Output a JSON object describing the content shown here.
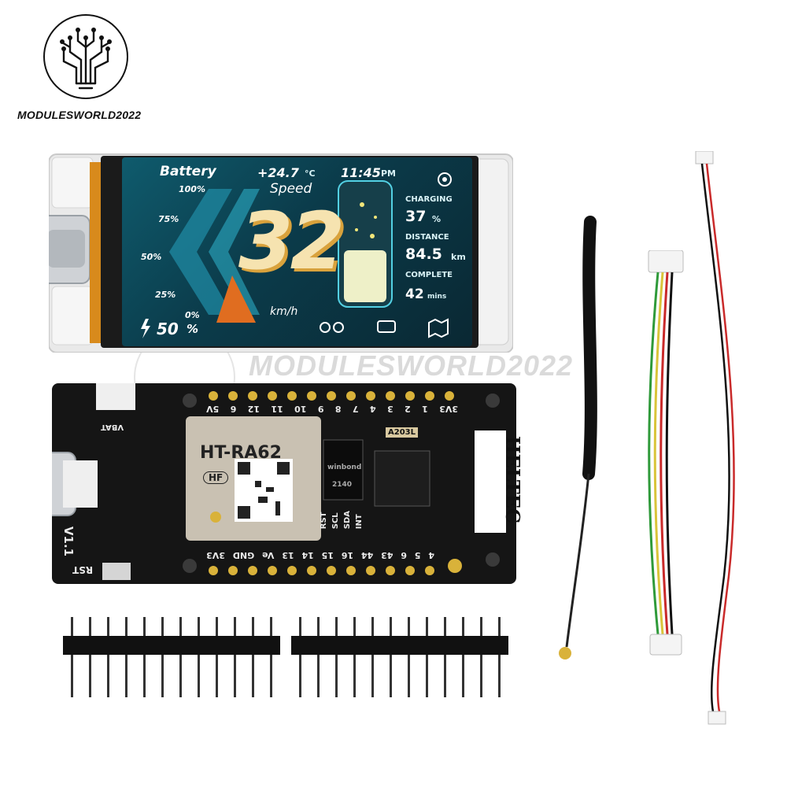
{
  "brand": {
    "name": "MODULESWORLD2022"
  },
  "watermark": {
    "text": "MODULESWORLD2022"
  },
  "screen": {
    "battery_label": "Battery",
    "temperature": "+24.7",
    "temperature_unit": "°C",
    "time": "11:45",
    "time_suffix": "PM",
    "speed_label": "Speed",
    "speed_value": "32",
    "speed_unit": "km/h",
    "levels": [
      "100%",
      "75%",
      "50%",
      "25%",
      "0%"
    ],
    "battery_percent": "50",
    "percent_sign": "%",
    "charging_label": "CHARGING",
    "charging_value": "37",
    "charging_unit": "%",
    "distance_label": "DISTANCE",
    "distance_value": "84.5",
    "distance_unit": "km",
    "complete_label": "COMPLETE",
    "complete_value": "42",
    "complete_unit": "mins"
  },
  "board": {
    "module_name": "HT-RA62",
    "module_badge": "HF",
    "brand_vertical": "HELTEC",
    "version": "V1.1",
    "rst_label": "RST",
    "vbat_label": "VBAT",
    "chip_label": "A203L",
    "flash_brand": "winbond",
    "flash_code": "2140",
    "top_pins": [
      "5V",
      "6",
      "12",
      "11",
      "10",
      "9",
      "8",
      "7",
      "4",
      "3",
      "2",
      "1",
      "3V3"
    ],
    "bottom_pins": [
      "3V3",
      "GND",
      "Ve",
      "13",
      "14",
      "15",
      "16",
      "44",
      "43",
      "6",
      "5",
      "4"
    ],
    "i2c_labels": [
      "RST",
      "SCL",
      "SDA",
      "INT"
    ]
  }
}
